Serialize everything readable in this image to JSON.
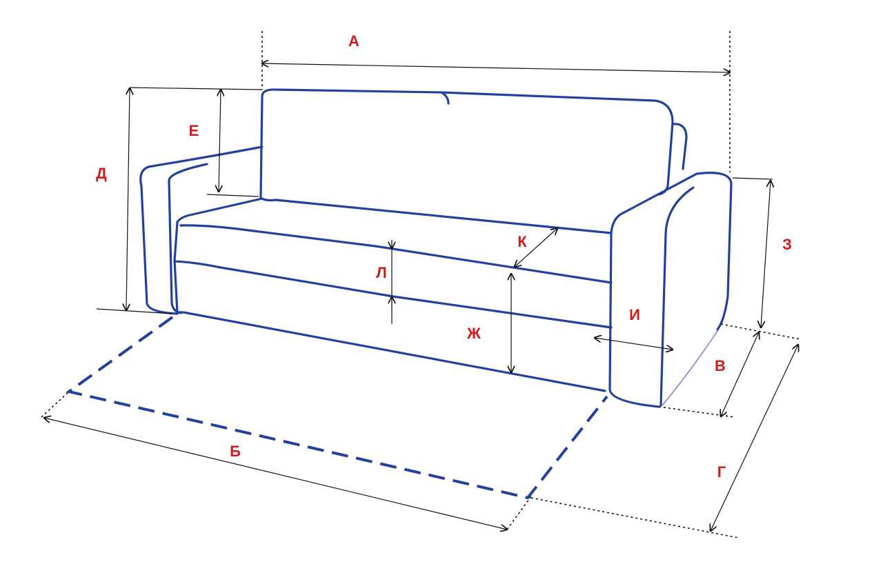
{
  "title": "Sofa dimension scheme",
  "colors": {
    "outline": "#23409c",
    "label": "#d21a1a",
    "dimension": "#111111"
  },
  "dimensions": [
    {
      "id": "A",
      "label": "А"
    },
    {
      "id": "B",
      "label": "Б"
    },
    {
      "id": "V",
      "label": "В"
    },
    {
      "id": "G",
      "label": "Г"
    },
    {
      "id": "D",
      "label": "Д"
    },
    {
      "id": "E",
      "label": "Е"
    },
    {
      "id": "Zh",
      "label": "Ж"
    },
    {
      "id": "Z",
      "label": "З"
    },
    {
      "id": "I",
      "label": "И"
    },
    {
      "id": "K",
      "label": "К"
    },
    {
      "id": "L",
      "label": "Л"
    }
  ]
}
